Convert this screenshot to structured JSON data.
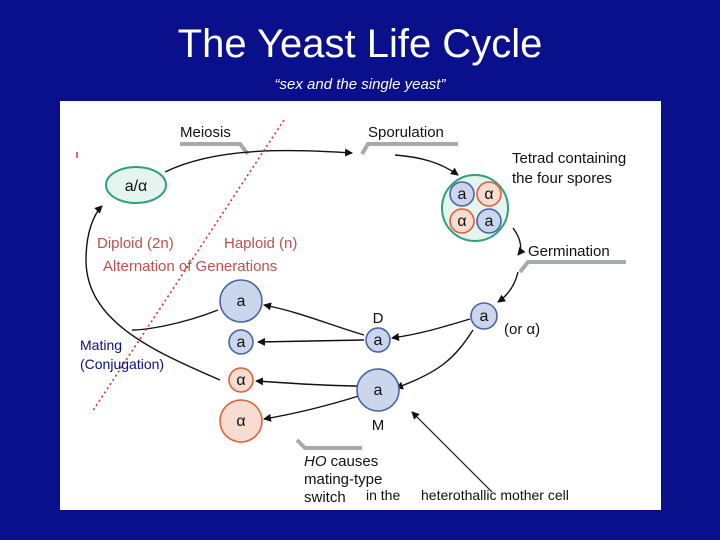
{
  "slide": {
    "title": "The Yeast Life Cycle",
    "subtitle": "“sex and the single yeast”"
  },
  "diagram": {
    "diploid_cell": "a/α",
    "stages": {
      "meiosis": "Meiosis",
      "sporulation": "Sporulation",
      "tetrad_line1": "Tetrad containing",
      "tetrad_line2": "the four spores",
      "germination": "Germination"
    },
    "tetrad_spores": [
      "a",
      "α",
      "α",
      "a"
    ],
    "spore": "a",
    "or_alpha": "(or α)",
    "daughter_label": "D",
    "daughter_cell": "a",
    "mother_label": "M",
    "mother_cell": "a",
    "progeny": [
      "a",
      "a",
      "α",
      "α"
    ],
    "ho_line1_italic": "HO",
    "ho_line1_rest": " causes",
    "ho_line2": "mating-type",
    "ho_line3": "switch",
    "in_the": "in the",
    "mother_cell_label": "heterothallic mother cell",
    "diploid_text": "Diploid (2n)",
    "haploid_text": "Haploid (n)",
    "alternation": "Alternation of Generations",
    "mating_line1": "Mating",
    "mating_line2": "(Conjugation)",
    "colors": {
      "background": "#0a0f8c",
      "a_cell_fill": "#c9d6ec",
      "a_cell_stroke": "#4a62a8",
      "alpha_cell_fill": "#f7dcd2",
      "alpha_cell_stroke": "#e0603a",
      "diploid_fill": "#e4f4ef",
      "diploid_stroke": "#2fa07a",
      "annotation_pink": "#c0504d",
      "cut_line": "#d9302b"
    }
  }
}
